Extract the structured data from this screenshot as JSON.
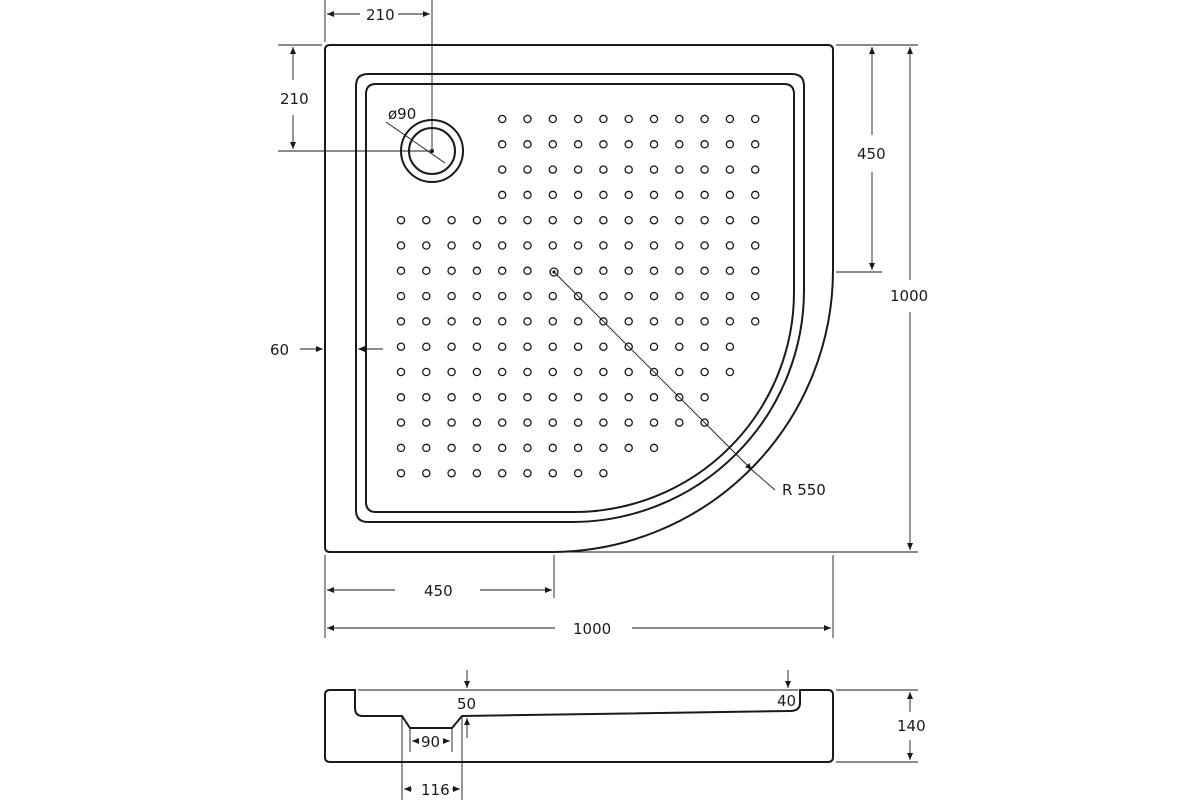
{
  "plan_view": {
    "dim_drain_x": "210",
    "dim_drain_y": "210",
    "dim_drain_diameter": "ø90",
    "dim_corner_450_right": "450",
    "dim_overall_height": "1000",
    "dim_rim_width": "60",
    "dim_radius": "R 550",
    "dim_corner_450_bottom": "450",
    "dim_overall_width": "1000"
  },
  "section_view": {
    "dim_depth_drain": "50",
    "dim_depth_far": "40",
    "dim_total_height": "140",
    "dim_drain_width": "90",
    "dim_drain_offset": "116"
  },
  "colors": {
    "stroke": "#1a1a1a",
    "background": "#ffffff"
  }
}
